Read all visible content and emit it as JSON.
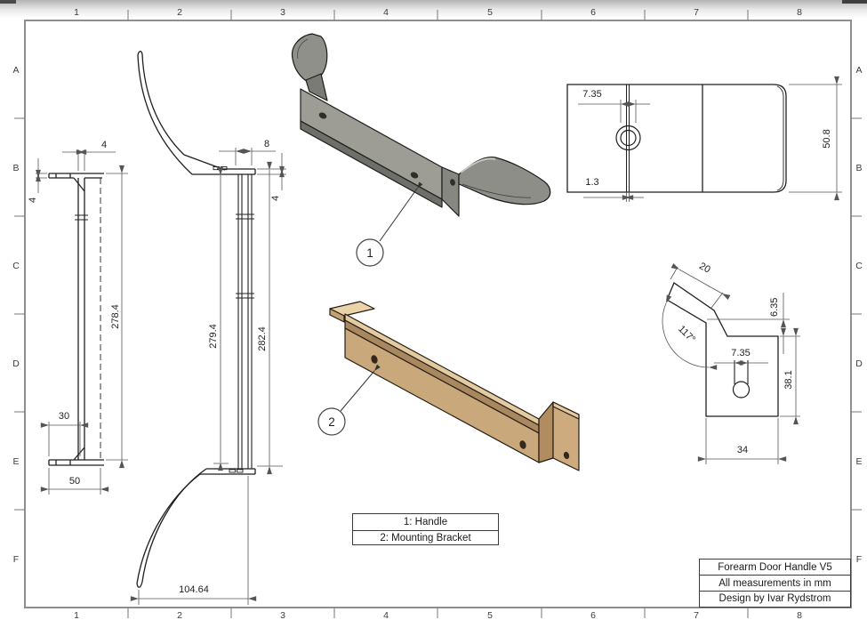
{
  "sheet": {
    "zone_columns": [
      "1",
      "2",
      "3",
      "4",
      "5",
      "6",
      "7",
      "8"
    ],
    "zone_rows": [
      "A",
      "B",
      "C",
      "D",
      "E",
      "F"
    ]
  },
  "views": {
    "side_view_bracket": {
      "flange_width": "4",
      "flange_thickness": "4",
      "length": "278.4",
      "foot_width": "30",
      "base_width": "50"
    },
    "side_view_handle": {
      "flange_width": "8",
      "flange_thickness": "4",
      "inner_length": "279.4",
      "outer_length": "282.4",
      "curve_depth": "104.64"
    },
    "handle_end": {
      "hole_width": "7.35",
      "web_thickness": "1.3",
      "height": "50.8"
    },
    "bracket_profile": {
      "flange_length": "20",
      "bend_angle": "117°",
      "step_height": "6.35",
      "hole_diameter": "7.35",
      "body_height": "38.1",
      "body_width": "34"
    }
  },
  "callouts": [
    {
      "number": "1",
      "label": "Handle"
    },
    {
      "number": "2",
      "label": "Mounting Bracket"
    }
  ],
  "legend": {
    "rows": [
      "1: Handle",
      "2: Mounting Bracket"
    ]
  },
  "title_block": {
    "rows": [
      "Forearm Door Handle V5",
      "All measurements in mm",
      "Design by Ivar Rydstrom"
    ]
  },
  "colors": {
    "handle_face": "#9d9d95",
    "handle_side": "#6f6f69",
    "bracket_face": "#c9a87c",
    "bracket_shadow": "#a9875f",
    "bracket_light": "#e3caa0",
    "line": "#1f1f1f",
    "dim_line": "#555555",
    "frame": "#8e8e8e"
  }
}
